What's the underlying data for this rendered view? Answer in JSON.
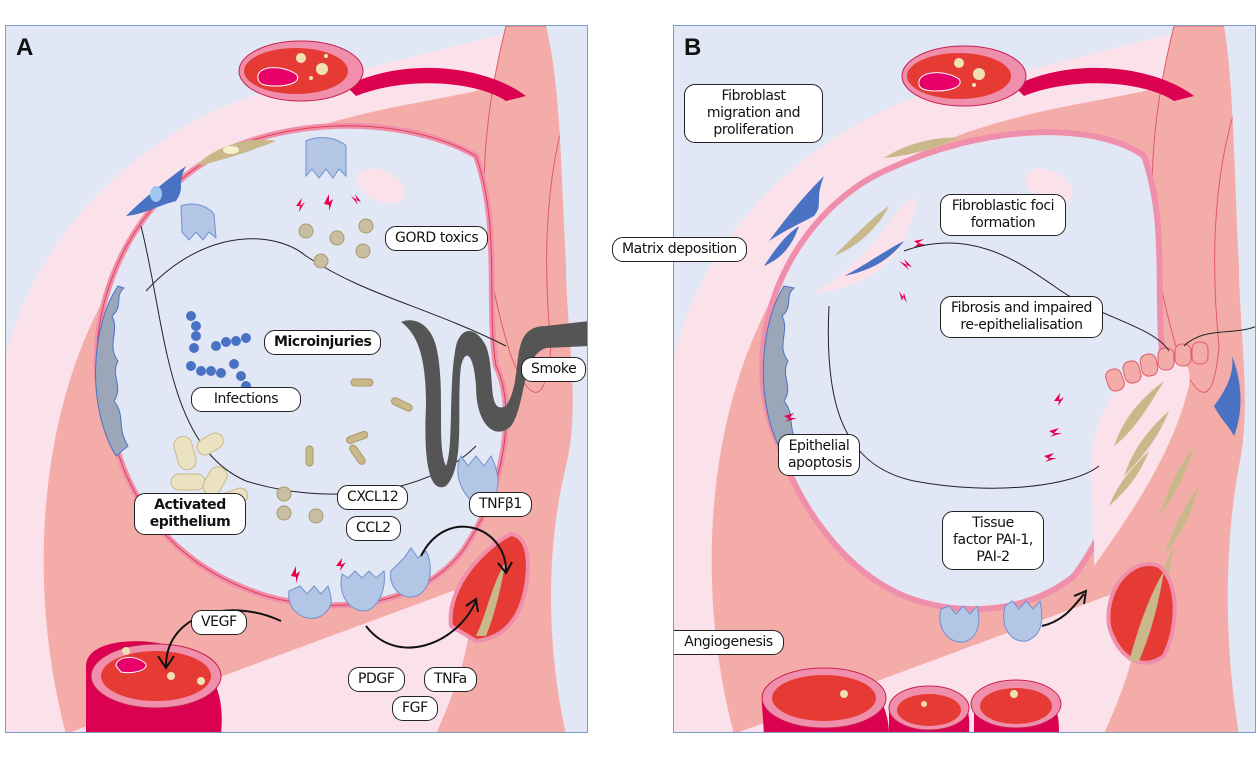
{
  "figure": {
    "panels": [
      {
        "letter": "A",
        "labels": {
          "gord_toxics": "GORD toxics",
          "microinjuries": "Microinjuries",
          "smoke": "Smoke",
          "infections": "Infections",
          "activated_epithelium": "Activated epithelium",
          "cxcl12": "CXCL12",
          "ccl2": "CCL2",
          "tnfb1": "TNFβ1",
          "vegf": "VEGF",
          "pdgf": "PDGF",
          "tnfa": "TNFa",
          "fgf": "FGF"
        }
      },
      {
        "letter": "B",
        "labels": {
          "fibroblast_migration": "Fibroblast migration and proliferation",
          "matrix_deposition": "Matrix deposition",
          "fibroblastic_foci": "Fibroblastic foci formation",
          "fibrosis": "Fibrosis and impaired re-epithelialisation",
          "epithelial_apoptosis": "Epithelial apoptosis",
          "tissue_factor": "Tissue factor PAI-1, PAI-2",
          "angiogenesis": "Angiogenesis"
        }
      }
    ],
    "colors": {
      "alveolar_space": "#e1e7f4",
      "interstitium": "#f4aca8",
      "basement": "#f08fab",
      "pale_tissue": "#fbe1ea",
      "vessel_wall": "#dc0050",
      "blood": "#e63a35",
      "erythrocyte": "#e8006a",
      "fibroblast": "#c9b98a",
      "myofibroblast": "#4a72c4",
      "epithelial_cell": "#b3c6e6",
      "injury_spark": "#e8004c",
      "bacteria_cocci": "#4a72c4",
      "smoke": "#555555",
      "toxic_particle": "#c7bea4",
      "border": "#7a9ccf"
    }
  }
}
